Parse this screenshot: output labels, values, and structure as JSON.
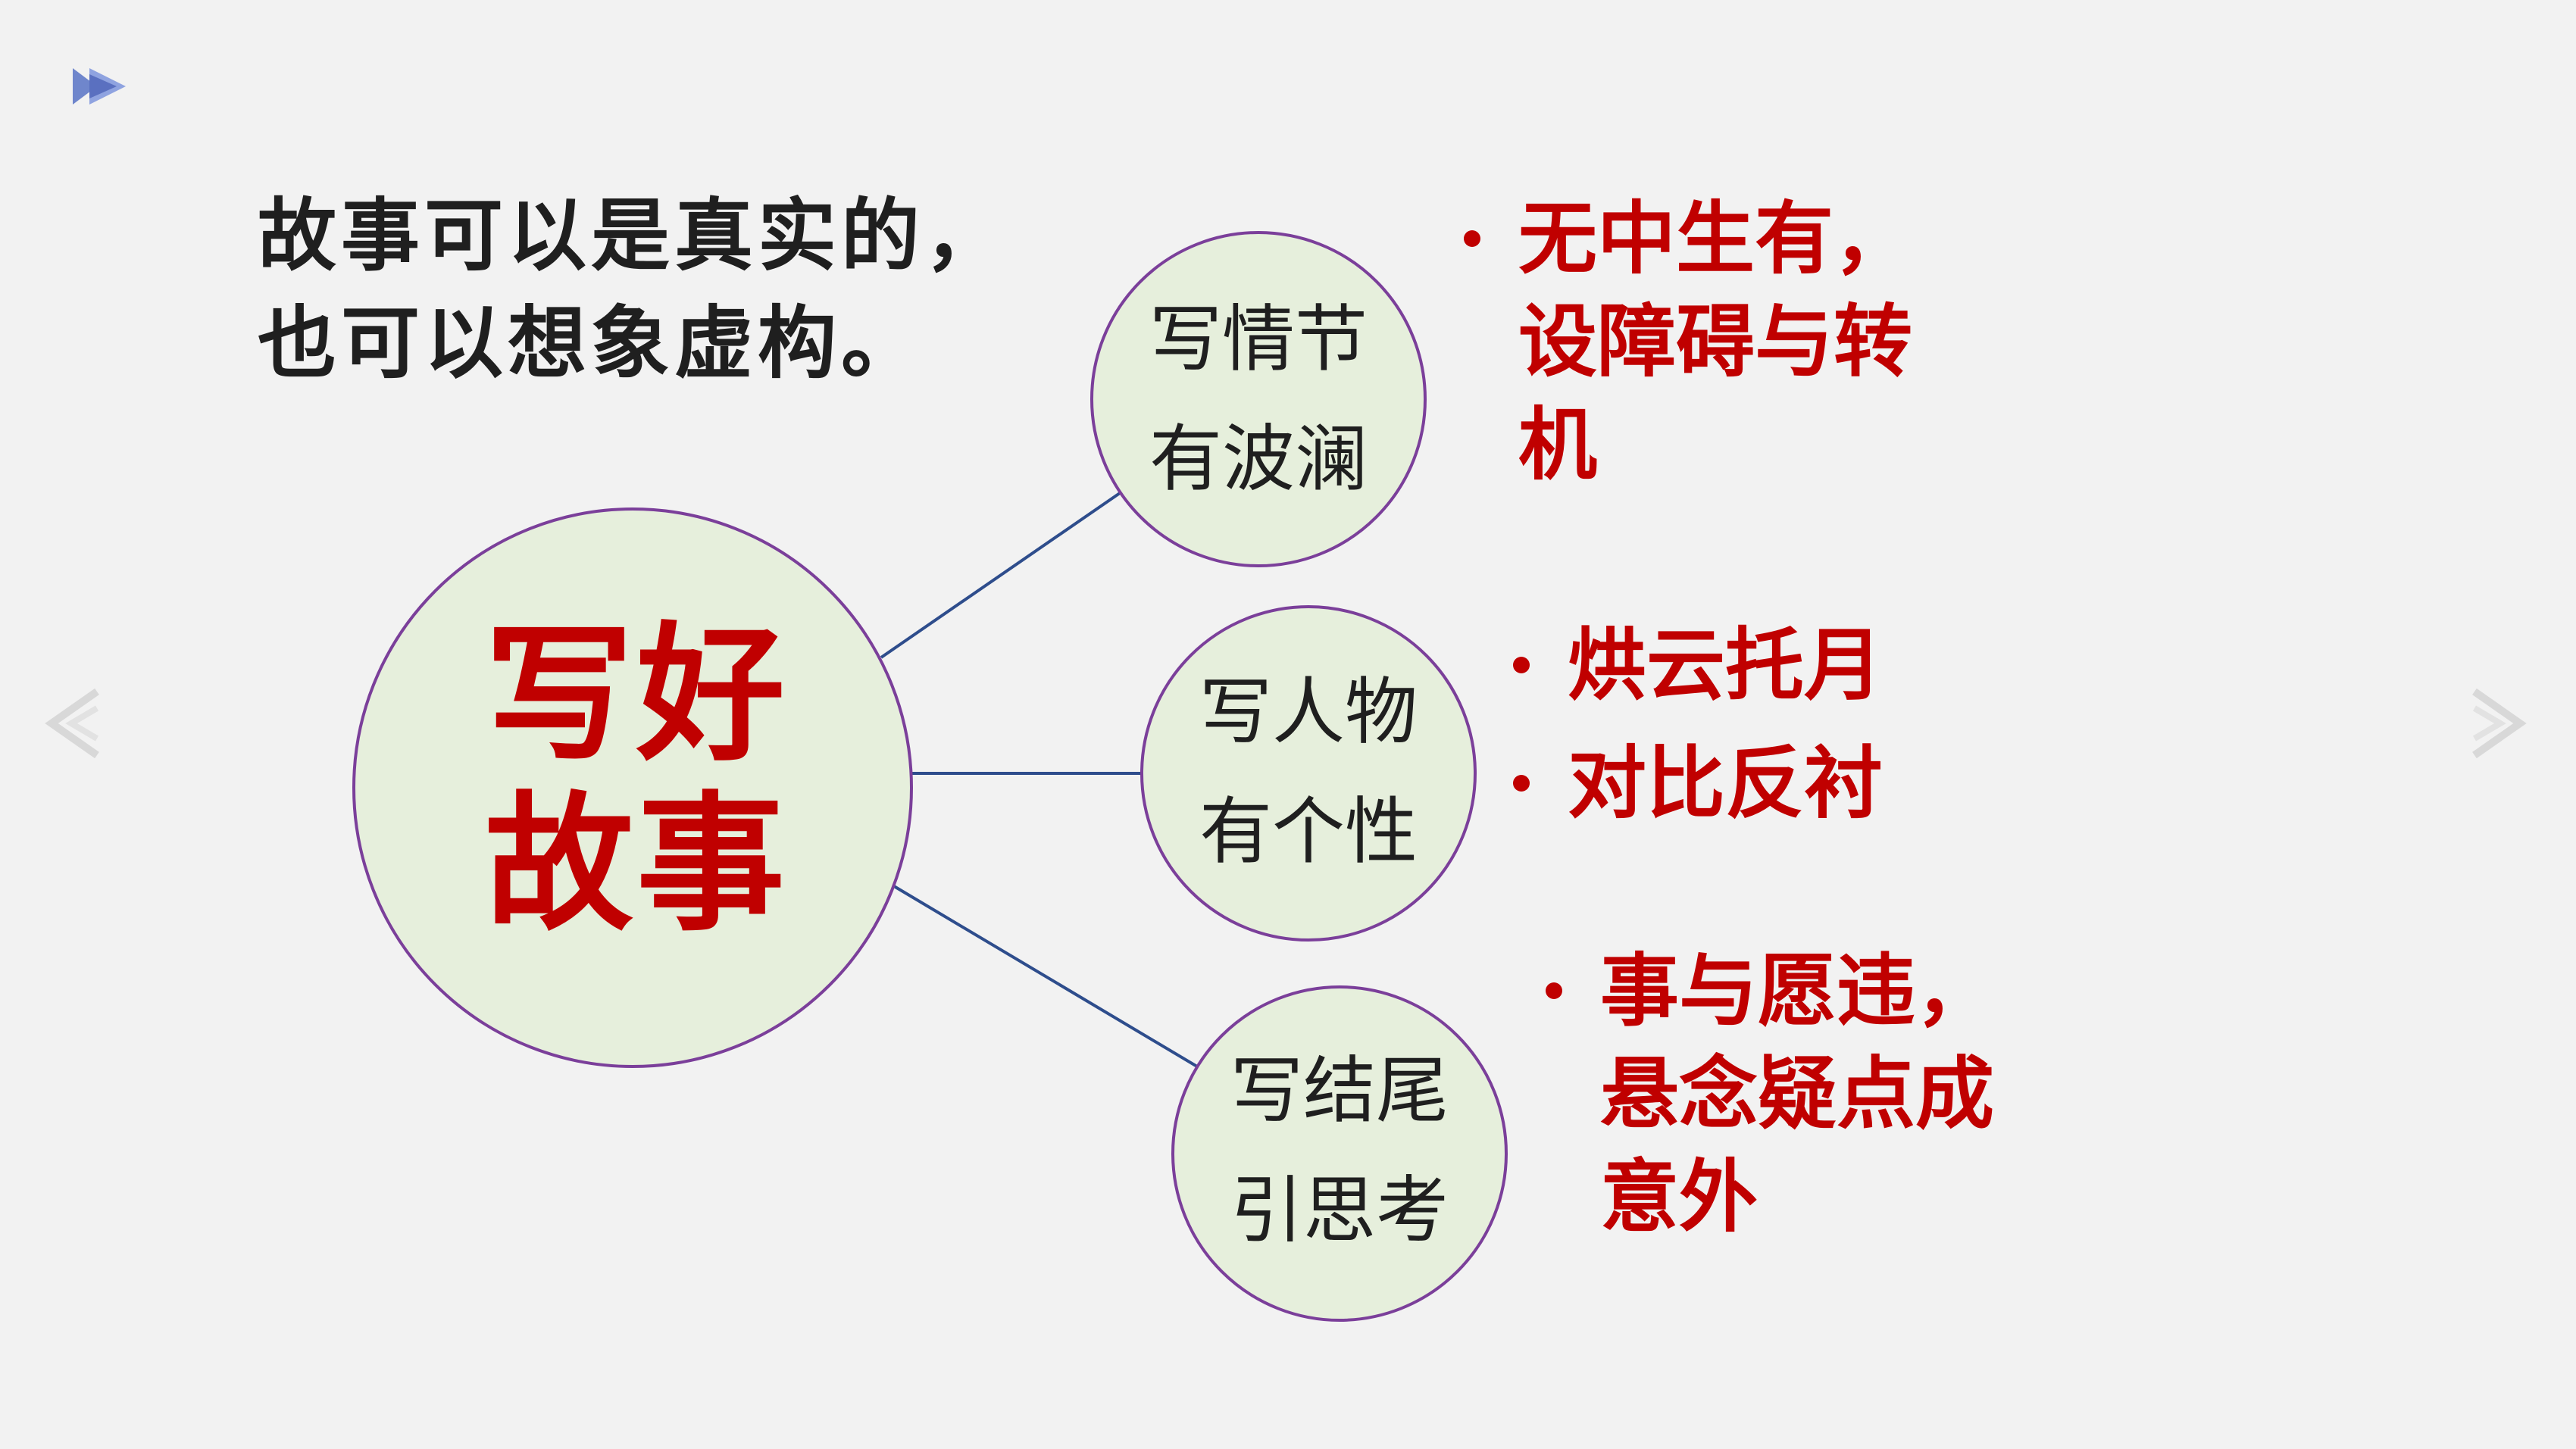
{
  "intro": {
    "line1": "故事可以是真实的，",
    "line2": "也可以想象虚构。"
  },
  "center": {
    "line1": "写好",
    "line2": "故事"
  },
  "nodes": [
    {
      "line1": "写情节",
      "line2": "有波澜",
      "bullets": [
        {
          "lines": [
            "无中生有，",
            "设障碍与转",
            "机"
          ]
        }
      ]
    },
    {
      "line1": "写人物",
      "line2": "有个性",
      "bullets": [
        {
          "lines": [
            "烘云托月"
          ]
        },
        {
          "lines": [
            "对比反衬"
          ]
        }
      ]
    },
    {
      "line1": "写结尾",
      "line2": "引思考",
      "bullets": [
        {
          "lines": [
            "事与愿违，",
            "悬念疑点成",
            "意外"
          ]
        }
      ]
    }
  ],
  "colors": {
    "accent_red": "#c00000",
    "circle_fill": "#e6efdc",
    "circle_stroke": "#7b3f9a",
    "connector": "#2e4d8c",
    "icon_blue": "#6f86cc"
  }
}
